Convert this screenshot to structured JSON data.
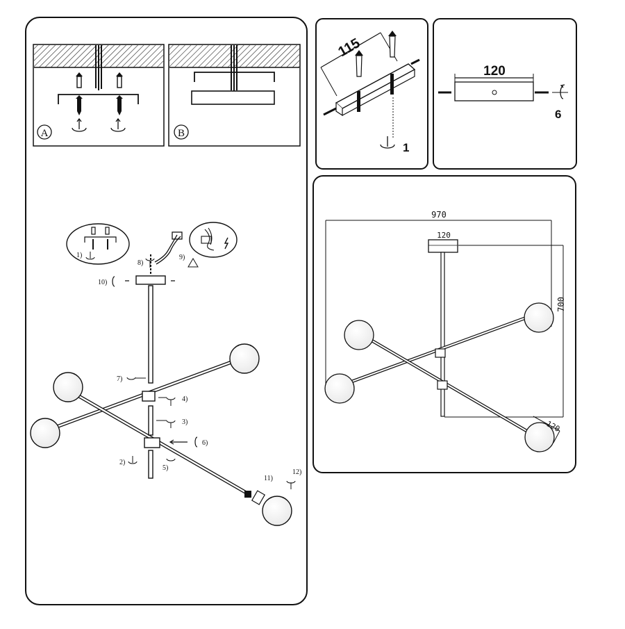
{
  "panel_a": {
    "label_a": "A",
    "label_b": "B"
  },
  "panel_bracket": {
    "dimension": "115",
    "screw_step": "1"
  },
  "panel_canopy": {
    "dimension": "120",
    "screw_step": "6"
  },
  "panel_dimensions": {
    "width": "970",
    "canopy": "120",
    "height": "700",
    "arm_offset": "120"
  },
  "assembly_steps": {
    "s1": "1)",
    "s2": "2)",
    "s3": "3)",
    "s4": "4)",
    "s5": "5)",
    "s6": "6)",
    "s7": "7)",
    "s8": "8)",
    "s9": "9)",
    "s10": "10)",
    "s11": "11)",
    "s12": "12)"
  },
  "colors": {
    "line": "#111111",
    "hatch": "#222222",
    "background": "#ffffff"
  }
}
